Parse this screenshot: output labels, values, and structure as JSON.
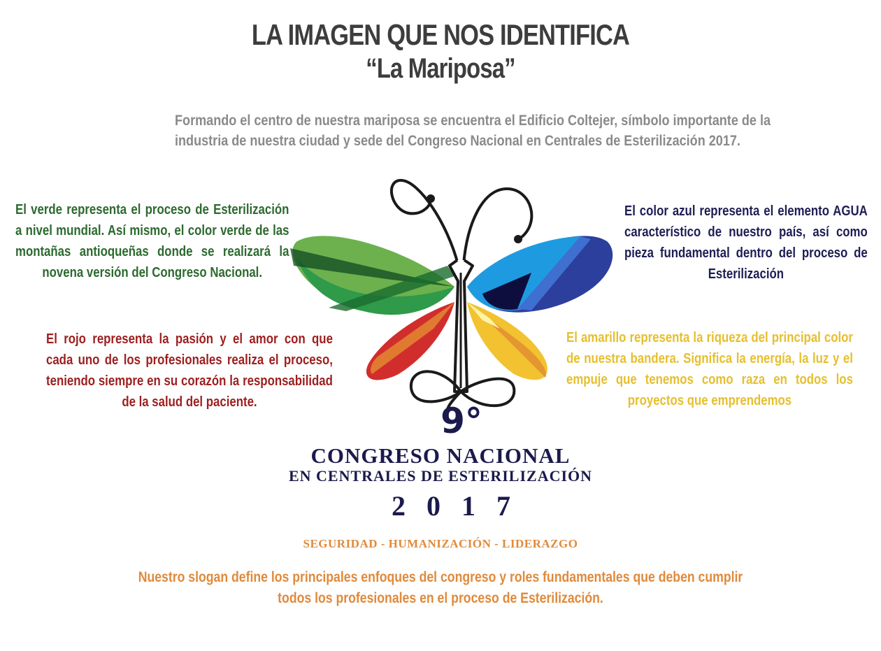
{
  "title": {
    "line1": "LA IMAGEN QUE NOS IDENTIFICA",
    "line2": "“La Mariposa”"
  },
  "intro": "Formando el centro de nuestra mariposa se encuentra el Edificio Coltejer, símbolo importante de la industria de nuestra ciudad y sede del Congreso Nacional en Centrales de Esterilización 2017.",
  "colors": {
    "green": {
      "text": "El verde representa el proceso de Esterilización a nivel mundial. Así mismo, el color verde de las montañas antioqueñas donde se realizará la novena versión del Congreso Nacional.",
      "hex": "#2d6a2f"
    },
    "blue": {
      "text": "El color azul representa el elemento AGUA característico de nuestro país, así como pieza fundamental dentro del proceso de Esterilización",
      "hex": "#1e1e55"
    },
    "red": {
      "text": "El rojo representa la pasión y el amor con que cada uno de los profesionales realiza el proceso, teniendo siempre en su corazón la responsabilidad de la salud del paciente.",
      "hex": "#9d1f1f"
    },
    "yellow": {
      "text": "El amarillo representa la riqueza del principal color de nuestra bandera. Significa la energía, la luz y el empuje que tenemos como raza en todos los proyectos que emprendemos",
      "hex": "#e6bf2e"
    }
  },
  "logo": {
    "number": "9°",
    "name_line1": "CONGRESO NACIONAL",
    "name_line2": "EN CENTRALES DE ESTERILIZACIÓN",
    "year": "2017"
  },
  "pillars": "SEGURIDAD - HUMANIZACIÓN - LIDERAZGO",
  "slogan": "Nuestro slogan define los principales enfoques del congreso y roles fundamentales que deben cumplir todos los profesionales en el proceso de Esterilización."
}
